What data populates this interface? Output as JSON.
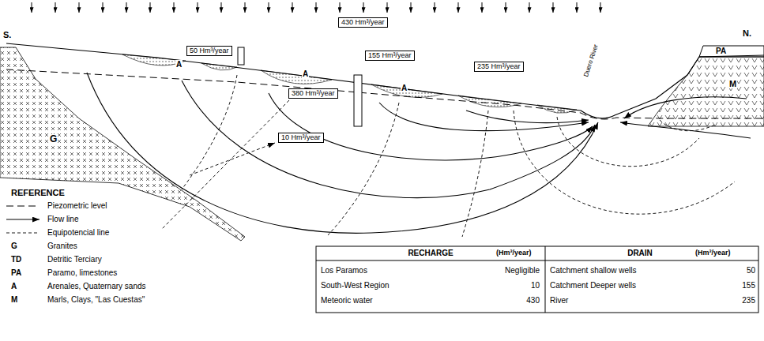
{
  "diagram": {
    "nodes": [
      {
        "text": [
          "430 Hm³/year"
        ]
      },
      {
        "text": [
          "50 Hm³/year"
        ]
      },
      {
        "text": [
          "155 Hm³/year"
        ]
      },
      {
        "text": [
          "235 Hm³/year"
        ]
      },
      {
        "text": [
          "380 Hm³/year"
        ]
      },
      {
        "text": [
          "10 Hm³/year"
        ]
      }
    ],
    "labels": [
      "S.",
      "N.",
      "A",
      "A",
      "A",
      "G",
      "PA",
      "M",
      "Duero River",
      "REFERENCE",
      "G",
      "TD",
      "PA",
      "A",
      "M",
      "RECHARGE",
      "(Hm³/year)",
      "DRAIN",
      "(Hm³/year)",
      "Los Paramos",
      "Negligible",
      "South-West Region",
      "10",
      "Meteoric water",
      "430",
      "Catchment shallow wells",
      "50",
      "Catchment Deeper wells",
      "155",
      "River",
      "235"
    ],
    "legend": [
      {
        "text": "Piezometric level"
      },
      {
        "text": "Flow line"
      },
      {
        "text": "Equipotencial line"
      },
      {
        "text": "Granites"
      },
      {
        "text": "Detritic Terciary"
      },
      {
        "text": "Paramo, limestones"
      },
      {
        "text": "Arenales, Quaternary sands"
      },
      {
        "text": "Marls, Clays, \"Las Cuestas\""
      }
    ]
  }
}
